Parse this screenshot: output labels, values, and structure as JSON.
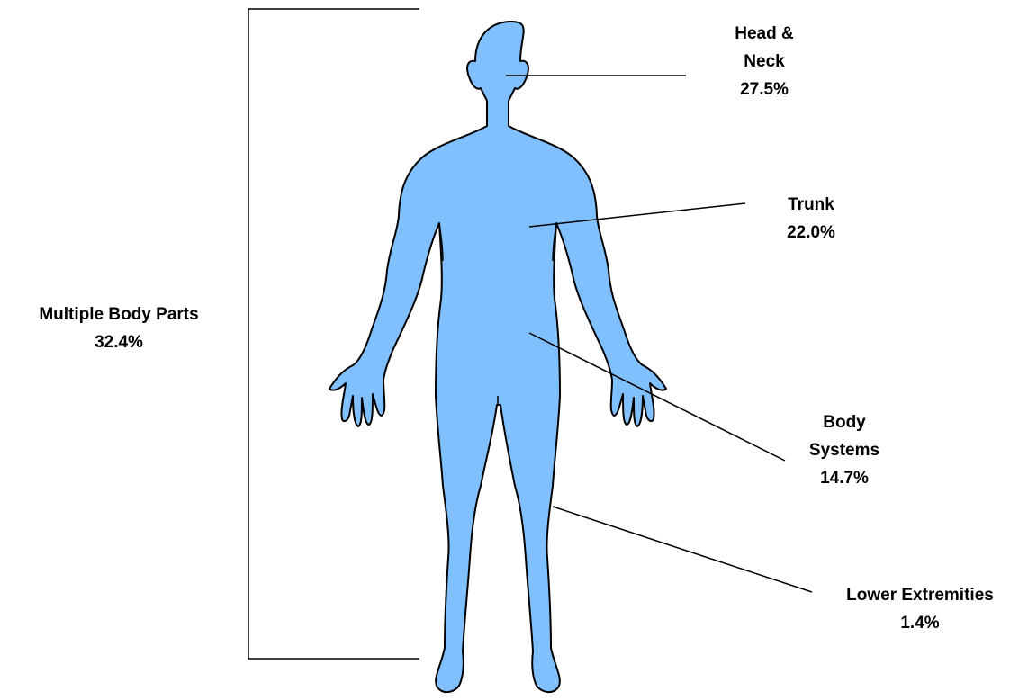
{
  "figure": {
    "body_color": "#80c0ff",
    "outline_color": "#000000",
    "line_color": "#000000"
  },
  "categories": {
    "multiple_body_parts": {
      "name": "Multiple Body Parts",
      "value": "32.4%"
    },
    "head_neck": {
      "name_line1": "Head &",
      "name_line2": "Neck",
      "value": "27.5%"
    },
    "trunk": {
      "name": "Trunk",
      "value": "22.0%"
    },
    "body_systems": {
      "name_line1": "Body",
      "name_line2": "Systems",
      "value": "14.7%"
    },
    "lower_extremities": {
      "name": "Lower Extremities",
      "value": "1.4%"
    }
  }
}
